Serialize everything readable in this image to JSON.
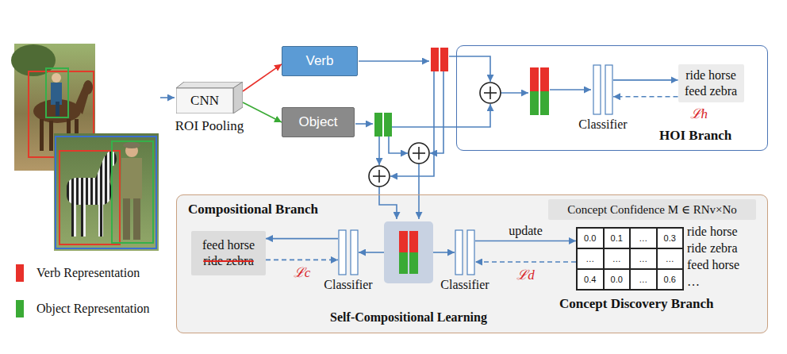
{
  "diagram": {
    "nodes": [
      {
        "text": [
          "CNN",
          "ROI Pooling"
        ]
      },
      {
        "text": [
          "Verb"
        ]
      },
      {
        "text": [
          "Object"
        ]
      },
      {
        "text": [
          "HOI Branch"
        ]
      },
      {
        "text": [
          "Classifier"
        ],
        "in": 3
      },
      {
        "text": [
          "ride horse",
          "feed zebra"
        ],
        "in": 3
      },
      {
        "text": [
          "Compositional Branch"
        ]
      },
      {
        "text": [
          "feed horse",
          "ride zebra"
        ],
        "in": 6
      },
      {
        "text": [
          "Classifier"
        ],
        "in": 6
      },
      {
        "text": [
          "Self-Compositional Learning"
        ],
        "in": 6
      },
      {
        "text": [
          "Classifier"
        ],
        "in": 6
      },
      {
        "text": [
          "Concept Confidence M ∈ RNv×No"
        ],
        "in": 6
      },
      {
        "text": [
          "0.0",
          "0.1",
          "…",
          "0.3",
          "…",
          "…",
          "…",
          "…",
          "0.4",
          "0.0",
          "…",
          "0.6"
        ],
        "in": 6
      }
    ],
    "edges": [
      {
        "from": 0,
        "to": 1,
        "arrow": "to"
      },
      {
        "from": 0,
        "to": 2,
        "arrow": "to"
      },
      {
        "from": 4,
        "to": 5,
        "arrow": "to"
      },
      {
        "from": 5,
        "to": 4,
        "arrow": "to",
        "label": "ℒh"
      },
      {
        "from": 9,
        "to": 8,
        "arrow": "to"
      },
      {
        "from": 8,
        "to": 7,
        "arrow": "to"
      },
      {
        "from": 7,
        "to": 8,
        "arrow": "to",
        "label": "ℒc"
      },
      {
        "from": 9,
        "to": 10,
        "arrow": "to"
      },
      {
        "from": 10,
        "to": 12,
        "arrow": "to",
        "label": "update"
      },
      {
        "from": 12,
        "to": 10,
        "arrow": "to",
        "label": "ℒd"
      }
    ],
    "labels": [
      "ride horse",
      "ride zebra",
      "feed horse",
      "…",
      "Concept Discovery Branch"
    ],
    "legend": [
      {
        "text": "Verb Representation",
        "color": "#e8302a"
      },
      {
        "text": "Object Representation",
        "color": "#3aaa35"
      }
    ]
  }
}
